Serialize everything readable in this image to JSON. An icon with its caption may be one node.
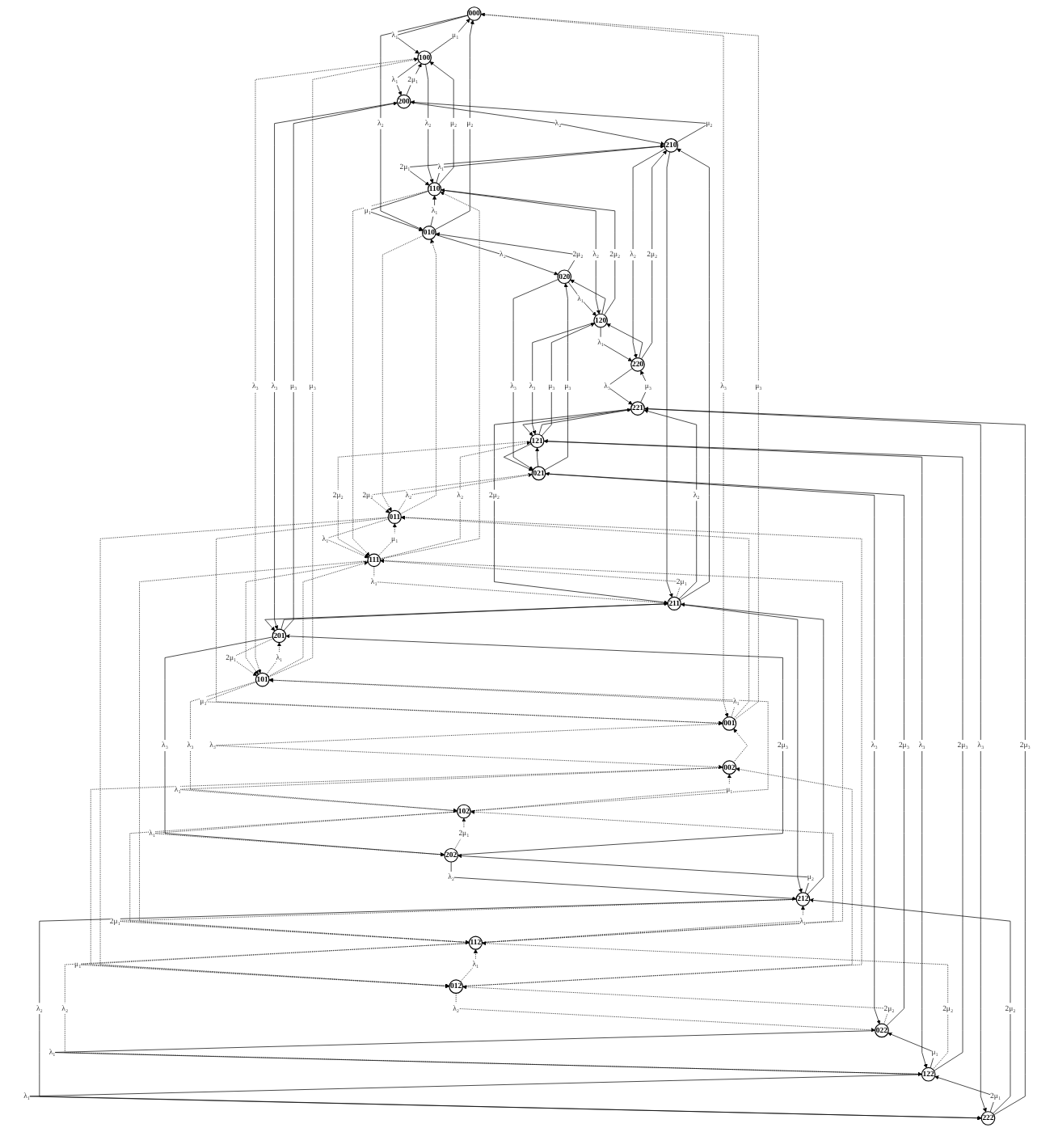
{
  "diagram": {
    "nodes": [
      {
        "text": [
          "000"
        ]
      },
      {
        "text": [
          "100"
        ]
      },
      {
        "text": [
          "200"
        ]
      },
      {
        "text": [
          "010"
        ]
      },
      {
        "text": [
          "110"
        ]
      },
      {
        "text": [
          "210"
        ]
      },
      {
        "text": [
          "001"
        ]
      },
      {
        "text": [
          "101"
        ]
      },
      {
        "text": [
          "201"
        ]
      },
      {
        "text": [
          "020"
        ]
      },
      {
        "text": [
          "120"
        ]
      },
      {
        "text": [
          "220"
        ]
      },
      {
        "text": [
          "011"
        ]
      },
      {
        "text": [
          "111"
        ]
      },
      {
        "text": [
          "211"
        ]
      },
      {
        "text": [
          "002"
        ]
      },
      {
        "text": [
          "102"
        ]
      },
      {
        "text": [
          "202"
        ]
      },
      {
        "text": [
          "021"
        ]
      },
      {
        "text": [
          "121"
        ]
      },
      {
        "text": [
          "221"
        ]
      },
      {
        "text": [
          "012"
        ]
      },
      {
        "text": [
          "112"
        ]
      },
      {
        "text": [
          "212"
        ]
      },
      {
        "text": [
          "022"
        ]
      },
      {
        "text": [
          "122"
        ]
      },
      {
        "text": [
          "222"
        ]
      }
    ],
    "edges": [
      {
        "from": 0,
        "to": 1,
        "arrow": "to",
        "label": "λ₁"
      },
      {
        "from": 1,
        "to": 0,
        "arrow": "to",
        "label": "μ₁"
      },
      {
        "from": 1,
        "to": 2,
        "arrow": "to",
        "label": "λ₁"
      },
      {
        "from": 2,
        "to": 1,
        "arrow": "to",
        "label": "2μ₁"
      },
      {
        "from": 3,
        "to": 4,
        "arrow": "to",
        "label": "λ₁"
      },
      {
        "from": 4,
        "to": 3,
        "arrow": "to",
        "label": "μ₁"
      },
      {
        "from": 4,
        "to": 5,
        "arrow": "to",
        "label": "λ₁"
      },
      {
        "from": 5,
        "to": 4,
        "arrow": "to",
        "label": "2μ₁"
      },
      {
        "from": 6,
        "to": 7,
        "arrow": "to",
        "label": "λ₁",
        "style": "dashed"
      },
      {
        "from": 7,
        "to": 6,
        "arrow": "to",
        "label": "μ₁",
        "style": "dashed"
      },
      {
        "from": 7,
        "to": 8,
        "arrow": "to",
        "label": "λ₁",
        "style": "dashed"
      },
      {
        "from": 8,
        "to": 7,
        "arrow": "to",
        "label": "2μ₁",
        "style": "dashed"
      },
      {
        "from": 9,
        "to": 10,
        "arrow": "to",
        "label": "λ₁"
      },
      {
        "from": 10,
        "to": 9,
        "arrow": "to"
      },
      {
        "from": 10,
        "to": 11,
        "arrow": "to",
        "label": "λ₁"
      },
      {
        "from": 11,
        "to": 10,
        "arrow": "to"
      },
      {
        "from": 12,
        "to": 13,
        "arrow": "to",
        "label": "λ₁",
        "style": "dashed"
      },
      {
        "from": 13,
        "to": 12,
        "arrow": "to",
        "label": "μ₁",
        "style": "dashed"
      },
      {
        "from": 13,
        "to": 14,
        "arrow": "to",
        "label": "λ₁",
        "style": "dashed"
      },
      {
        "from": 14,
        "to": 13,
        "arrow": "to",
        "label": "2μ₁",
        "style": "dashed"
      },
      {
        "from": 15,
        "to": 16,
        "arrow": "to",
        "label": "λ₁",
        "style": "dashed"
      },
      {
        "from": 16,
        "to": 15,
        "arrow": "to",
        "label": "μ₁",
        "style": "dashed"
      },
      {
        "from": 16,
        "to": 17,
        "arrow": "to",
        "label": "λ₁",
        "style": "dashed"
      },
      {
        "from": 17,
        "to": 16,
        "arrow": "to",
        "label": "2μ₁",
        "style": "dashed"
      },
      {
        "from": 18,
        "to": 19,
        "arrow": "to"
      },
      {
        "from": 19,
        "to": 18,
        "arrow": "to"
      },
      {
        "from": 19,
        "to": 20,
        "arrow": "to"
      },
      {
        "from": 20,
        "to": 19,
        "arrow": "to"
      },
      {
        "from": 21,
        "to": 22,
        "arrow": "to",
        "label": "λ₁",
        "style": "dashed"
      },
      {
        "from": 22,
        "to": 21,
        "arrow": "to",
        "label": "μ₁",
        "style": "dashed"
      },
      {
        "from": 22,
        "to": 23,
        "arrow": "to",
        "label": "λ₁",
        "style": "dashed"
      },
      {
        "from": 23,
        "to": 22,
        "arrow": "to",
        "label": "2μ₁",
        "style": "dashed"
      },
      {
        "from": 24,
        "to": 25,
        "arrow": "to",
        "label": "λ₁"
      },
      {
        "from": 25,
        "to": 24,
        "arrow": "to",
        "label": "μ₁"
      },
      {
        "from": 25,
        "to": 26,
        "arrow": "to",
        "label": "λ₁"
      },
      {
        "from": 26,
        "to": 25,
        "arrow": "to",
        "label": "2μ₁"
      },
      {
        "from": 0,
        "to": 3,
        "arrow": "to",
        "label": "λ₂"
      },
      {
        "from": 3,
        "to": 0,
        "arrow": "to",
        "label": "μ₂"
      },
      {
        "from": 3,
        "to": 9,
        "arrow": "to",
        "label": "λ₂"
      },
      {
        "from": 9,
        "to": 3,
        "arrow": "to",
        "label": "2μ₂"
      },
      {
        "from": 1,
        "to": 4,
        "arrow": "to",
        "label": "λ₂"
      },
      {
        "from": 4,
        "to": 1,
        "arrow": "to",
        "label": "μ₂"
      },
      {
        "from": 4,
        "to": 10,
        "arrow": "to",
        "label": "λ₂"
      },
      {
        "from": 10,
        "to": 4,
        "arrow": "to",
        "label": "2μ₂"
      },
      {
        "from": 2,
        "to": 5,
        "arrow": "to",
        "label": "λ₂"
      },
      {
        "from": 5,
        "to": 2,
        "arrow": "to",
        "label": "μ₂"
      },
      {
        "from": 5,
        "to": 11,
        "arrow": "to",
        "label": "λ₂"
      },
      {
        "from": 11,
        "to": 5,
        "arrow": "to",
        "label": "2μ₂"
      },
      {
        "from": 6,
        "to": 12,
        "arrow": "to",
        "style": "dashed"
      },
      {
        "from": 12,
        "to": 6,
        "arrow": "to",
        "style": "dashed"
      },
      {
        "from": 12,
        "to": 18,
        "arrow": "to",
        "label": "λ₂",
        "style": "dashed"
      },
      {
        "from": 18,
        "to": 12,
        "arrow": "to",
        "label": "2μ₂",
        "style": "dashed"
      },
      {
        "from": 7,
        "to": 13,
        "arrow": "to",
        "style": "dashed"
      },
      {
        "from": 13,
        "to": 7,
        "arrow": "to",
        "style": "dashed"
      },
      {
        "from": 13,
        "to": 19,
        "arrow": "to",
        "label": "λ₂",
        "style": "dashed"
      },
      {
        "from": 19,
        "to": 13,
        "arrow": "to",
        "label": "2μ₂",
        "style": "dashed"
      },
      {
        "from": 8,
        "to": 14,
        "arrow": "to"
      },
      {
        "from": 14,
        "to": 8,
        "arrow": "to"
      },
      {
        "from": 14,
        "to": 20,
        "arrow": "to",
        "label": "λ₂"
      },
      {
        "from": 20,
        "to": 14,
        "arrow": "to",
        "label": "2μ₂"
      },
      {
        "from": 15,
        "to": 21,
        "arrow": "to",
        "style": "dashed"
      },
      {
        "from": 21,
        "to": 15,
        "arrow": "to",
        "style": "dashed"
      },
      {
        "from": 21,
        "to": 24,
        "arrow": "to",
        "label": "λ₂",
        "style": "dashed"
      },
      {
        "from": 24,
        "to": 21,
        "arrow": "to",
        "label": "2μ₂",
        "style": "dashed"
      },
      {
        "from": 16,
        "to": 22,
        "arrow": "to",
        "style": "dashed"
      },
      {
        "from": 22,
        "to": 16,
        "arrow": "to",
        "style": "dashed"
      },
      {
        "from": 22,
        "to": 25,
        "arrow": "to",
        "label": "λ₂",
        "style": "dashed"
      },
      {
        "from": 25,
        "to": 22,
        "arrow": "to",
        "label": "2μ₂",
        "style": "dashed"
      },
      {
        "from": 17,
        "to": 23,
        "arrow": "to",
        "label": "λ₂"
      },
      {
        "from": 23,
        "to": 17,
        "arrow": "to",
        "label": "μ₂"
      },
      {
        "from": 23,
        "to": 26,
        "arrow": "to",
        "label": "λ₂"
      },
      {
        "from": 26,
        "to": 23,
        "arrow": "to",
        "label": "2μ₂"
      },
      {
        "from": 0,
        "to": 6,
        "arrow": "to",
        "label": "λ₃",
        "style": "dashed"
      },
      {
        "from": 6,
        "to": 0,
        "arrow": "to",
        "label": "μ₃",
        "style": "dashed"
      },
      {
        "from": 6,
        "to": 15,
        "arrow": "to",
        "label": "λ₃",
        "style": "dashed"
      },
      {
        "from": 15,
        "to": 6,
        "arrow": "to",
        "style": "dashed"
      },
      {
        "from": 1,
        "to": 7,
        "arrow": "to",
        "label": "λ₃",
        "style": "dashed"
      },
      {
        "from": 7,
        "to": 1,
        "arrow": "to",
        "label": "μ₃",
        "style": "dashed"
      },
      {
        "from": 7,
        "to": 16,
        "arrow": "to",
        "label": "λ₃",
        "style": "dashed"
      },
      {
        "from": 16,
        "to": 7,
        "arrow": "to",
        "style": "dashed"
      },
      {
        "from": 2,
        "to": 8,
        "arrow": "to",
        "label": "λ₃"
      },
      {
        "from": 8,
        "to": 2,
        "arrow": "to",
        "label": "μ₃"
      },
      {
        "from": 8,
        "to": 17,
        "arrow": "to",
        "label": "λ₃"
      },
      {
        "from": 17,
        "to": 8,
        "arrow": "to",
        "label": "2μ₃"
      },
      {
        "from": 3,
        "to": 12,
        "arrow": "to",
        "style": "dashed"
      },
      {
        "from": 12,
        "to": 3,
        "arrow": "to",
        "style": "dashed"
      },
      {
        "from": 12,
        "to": 21,
        "arrow": "to",
        "style": "dashed"
      },
      {
        "from": 21,
        "to": 12,
        "arrow": "to",
        "style": "dashed"
      },
      {
        "from": 4,
        "to": 13,
        "arrow": "to",
        "style": "dashed"
      },
      {
        "from": 13,
        "to": 4,
        "arrow": "to",
        "style": "dashed"
      },
      {
        "from": 13,
        "to": 22,
        "arrow": "to",
        "style": "dashed"
      },
      {
        "from": 22,
        "to": 13,
        "arrow": "to",
        "style": "dashed"
      },
      {
        "from": 5,
        "to": 14,
        "arrow": "to"
      },
      {
        "from": 14,
        "to": 5,
        "arrow": "to"
      },
      {
        "from": 14,
        "to": 23,
        "arrow": "to"
      },
      {
        "from": 23,
        "to": 14,
        "arrow": "to"
      },
      {
        "from": 9,
        "to": 18,
        "arrow": "to",
        "label": "λ₃"
      },
      {
        "from": 18,
        "to": 9,
        "arrow": "to",
        "label": "μ₃"
      },
      {
        "from": 18,
        "to": 24,
        "arrow": "to",
        "label": "λ₃"
      },
      {
        "from": 24,
        "to": 18,
        "arrow": "to",
        "label": "2μ₃"
      },
      {
        "from": 10,
        "to": 19,
        "arrow": "to",
        "label": "λ₃"
      },
      {
        "from": 19,
        "to": 10,
        "arrow": "to",
        "label": "μ₃"
      },
      {
        "from": 19,
        "to": 25,
        "arrow": "to",
        "label": "λ₃"
      },
      {
        "from": 25,
        "to": 19,
        "arrow": "to",
        "label": "2μ₃"
      },
      {
        "from": 11,
        "to": 20,
        "arrow": "to",
        "label": "λ₃"
      },
      {
        "from": 20,
        "to": 11,
        "arrow": "to",
        "label": "μ₃"
      },
      {
        "from": 20,
        "to": 26,
        "arrow": "to",
        "label": "λ₃"
      },
      {
        "from": 26,
        "to": 20,
        "arrow": "to",
        "label": "2μ₃"
      }
    ]
  }
}
